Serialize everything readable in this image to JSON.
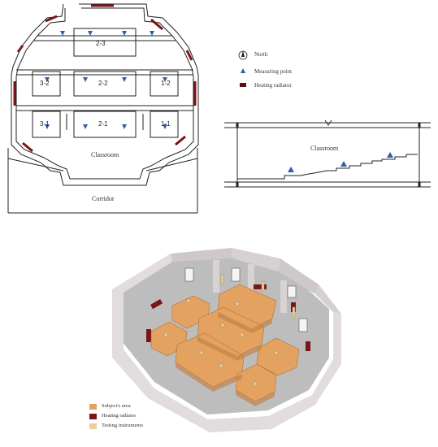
{
  "plan": {
    "rooms": [
      "2-3",
      "3-2",
      "2-2",
      "1-2",
      "3-1",
      "2-1",
      "1-1"
    ],
    "classroom_label": "Classroom",
    "corridor_label": "Corridor"
  },
  "section": {
    "classroom_label": "Classroom"
  },
  "legend_top": {
    "north": "North",
    "measuring_point": "Measuring point",
    "heating_radiator": "Heating radiator"
  },
  "legend_bottom": {
    "subjects_area": "Subject's area",
    "heating_radiator": "Heating radiator",
    "testing_instruments": "Testing instruments"
  },
  "colors": {
    "marker": "#2f5fa5",
    "radiator": "#7a1518",
    "desk": "#e3a25f",
    "instrument": "#e8cf9c",
    "wall": "#d9d4d4",
    "line": "#222222"
  }
}
